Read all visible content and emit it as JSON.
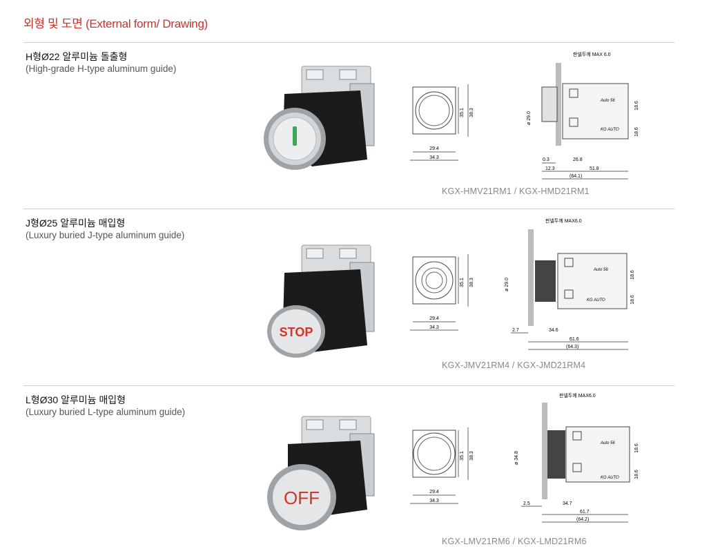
{
  "page_title": "외형 및 도면 (External form/ Drawing)",
  "sections": [
    {
      "title": "H형Ø22 알루미늄 돌출형",
      "subtitle": "(High-grade H-type aluminum guide)",
      "button_label": "",
      "front": {
        "inner_w": "29.4",
        "outer_w": "34.3",
        "h1": "35.1",
        "h2": "38.3"
      },
      "side": {
        "panel_label": "판넬두께 MAX 6.0",
        "dia": "ø 29.0",
        "d03": "0.3",
        "d123": "12.3",
        "d268": "26.8",
        "d518": "51.8",
        "d641": "(64.1)",
        "h186a": "18.6",
        "h186b": "18.6",
        "brand1": "Auto 56",
        "brand2": "KG AUTO"
      },
      "model": "KGX-HMV21RM1  /  KGX-HMD21RM1"
    },
    {
      "title": "J형Ø25 알루미늄 매입형",
      "subtitle": " (Luxury buried J-type aluminum guide)",
      "button_label": "STOP",
      "front": {
        "inner_w": "29.4",
        "outer_w": "34.3",
        "h1": "35.1",
        "h2": "38.3"
      },
      "side": {
        "panel_label": "판넬두께 MAX6.0",
        "dia": "ø 29.0",
        "d03": "2.7",
        "d123": "",
        "d268": "34.6",
        "d518": "61.6",
        "d641": "(64.3)",
        "h186a": "18.6",
        "h186b": "18.6",
        "brand1": "Auto 56",
        "brand2": "KG AUTO"
      },
      "model": "KGX-JMV21RM4  /  KGX-JMD21RM4"
    },
    {
      "title": "L형Ø30 알루미늄 매입형",
      "subtitle": "(Luxury buried L-type aluminum guide)",
      "button_label": "OFF",
      "front": {
        "inner_w": "29.4",
        "outer_w": "34.3",
        "h1": "35.1",
        "h2": "38.3"
      },
      "side": {
        "panel_label": "판넬두께 MAX6.0",
        "dia": "ø 34.8",
        "d03": "2.5",
        "d123": "",
        "d268": "34.7",
        "d518": "61.7",
        "d641": "(64.2)",
        "h186a": "18.6",
        "h186b": "18.6",
        "brand1": "Auto 56",
        "brand2": "KG AUTO"
      },
      "model": "KGX-LMV21RM6  /  KGX-LMD21RM6"
    }
  ],
  "colors": {
    "title_red": "#c8322b",
    "green_mark": "#3aa655",
    "red_text": "#d2342c"
  }
}
